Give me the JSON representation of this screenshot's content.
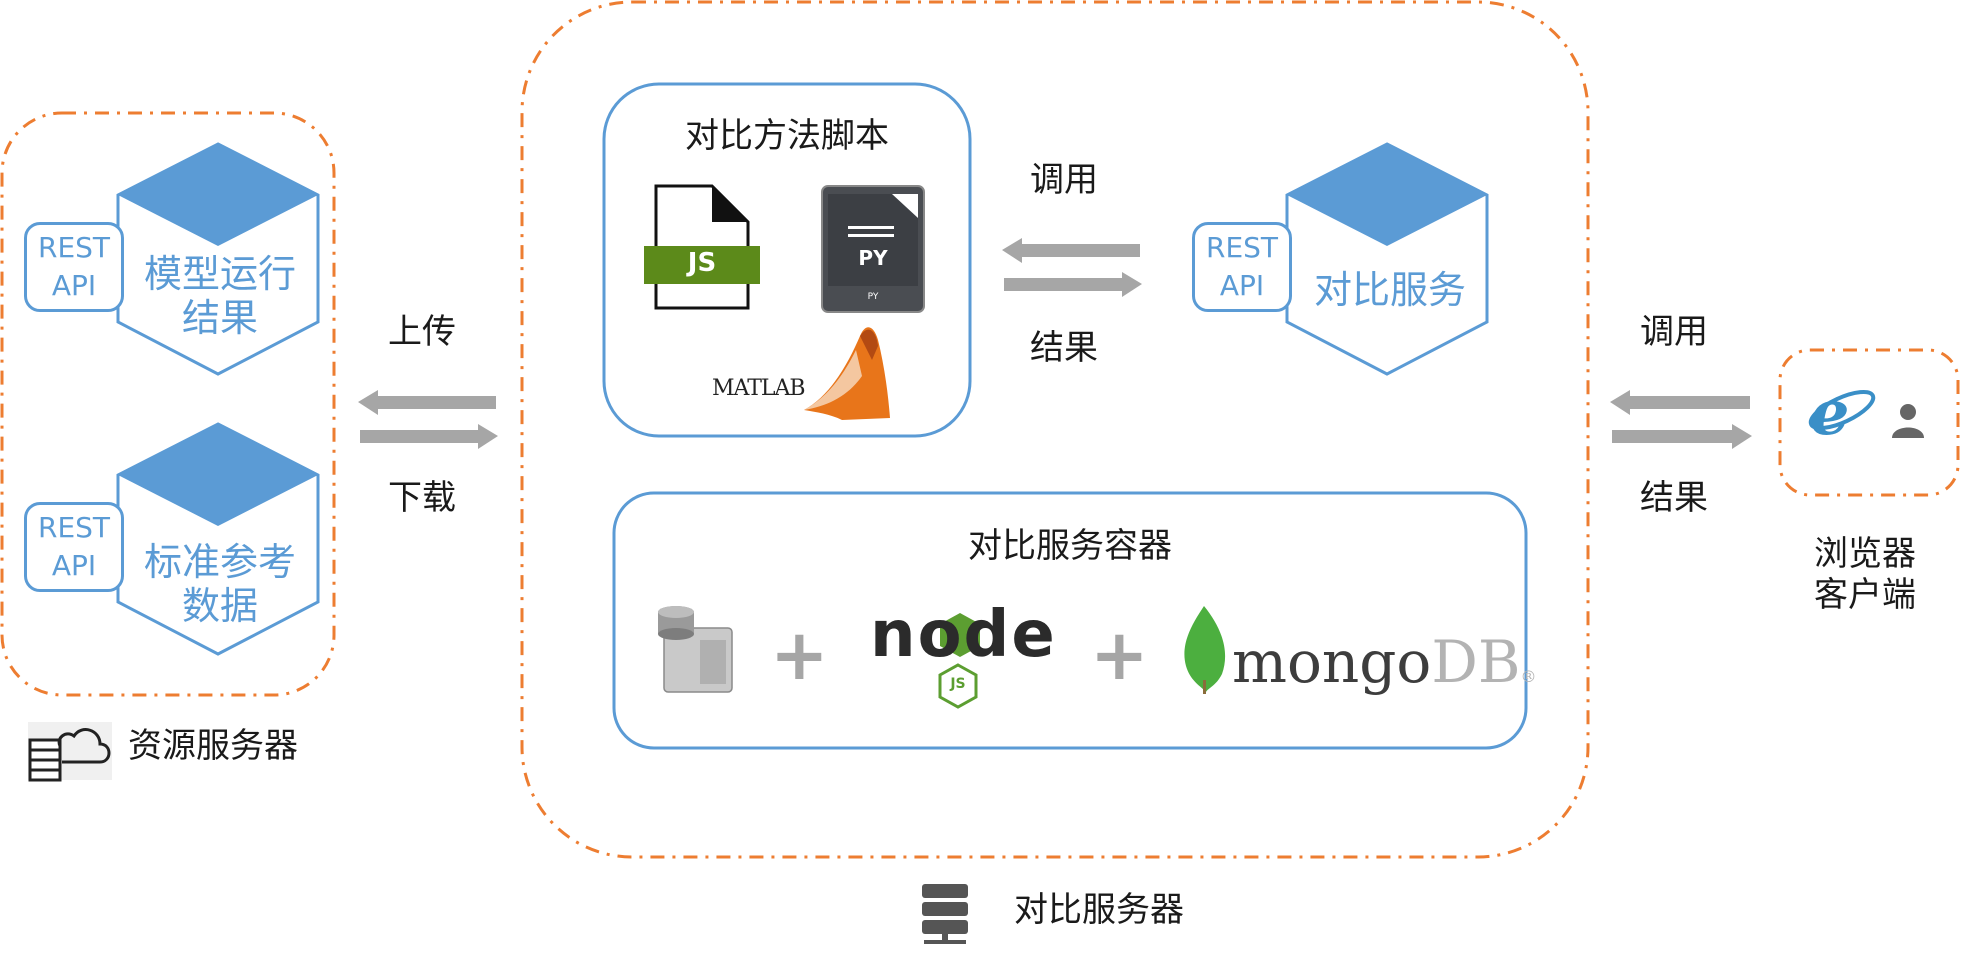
{
  "resource_server": {
    "label": "资源服务器",
    "services": [
      {
        "rest": [
          "REST",
          "API"
        ],
        "name": [
          "模型运行",
          "结果"
        ]
      },
      {
        "rest": [
          "REST",
          "API"
        ],
        "name": [
          "标准参考",
          "数据"
        ]
      }
    ]
  },
  "upload_download": {
    "upload": "上传",
    "download": "下载"
  },
  "compare_server": {
    "label": "对比服务器",
    "scripts_panel": {
      "title": "对比方法脚本",
      "icons": {
        "js": "JS",
        "py": "PY",
        "py_small": "PY",
        "matlab": "MATLAB"
      }
    },
    "call_result": {
      "call": "调用",
      "result": "结果"
    },
    "service": {
      "rest": [
        "REST",
        "API"
      ],
      "name": "对比服务"
    },
    "container_panel": {
      "title": "对比服务容器",
      "plus": "+",
      "node_text": "node",
      "node_js": "JS",
      "mongo_text": "mongo",
      "mongo_db": "DB",
      "mongo_reg": "®"
    }
  },
  "browser_link": {
    "call": "调用",
    "result": "结果"
  },
  "browser_client": {
    "label": [
      "浏览器",
      "客户端"
    ],
    "e_letter": "e"
  },
  "colors": {
    "orange": "#ed7d31",
    "blue": "#5b9bd5",
    "arrow": "#a6a6a6",
    "green": "#5c8a1a"
  }
}
